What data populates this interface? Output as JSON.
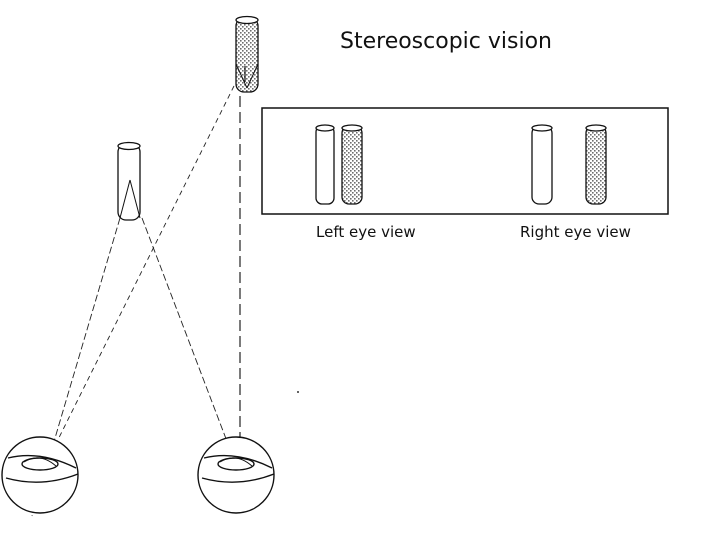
{
  "title": "Stereoscopic vision",
  "panel": {
    "left_caption": "Left eye view",
    "right_caption": "Right eye view"
  },
  "colors": {
    "ink": "#111111",
    "shade": "#9a9a9a",
    "background": "#ffffff"
  }
}
